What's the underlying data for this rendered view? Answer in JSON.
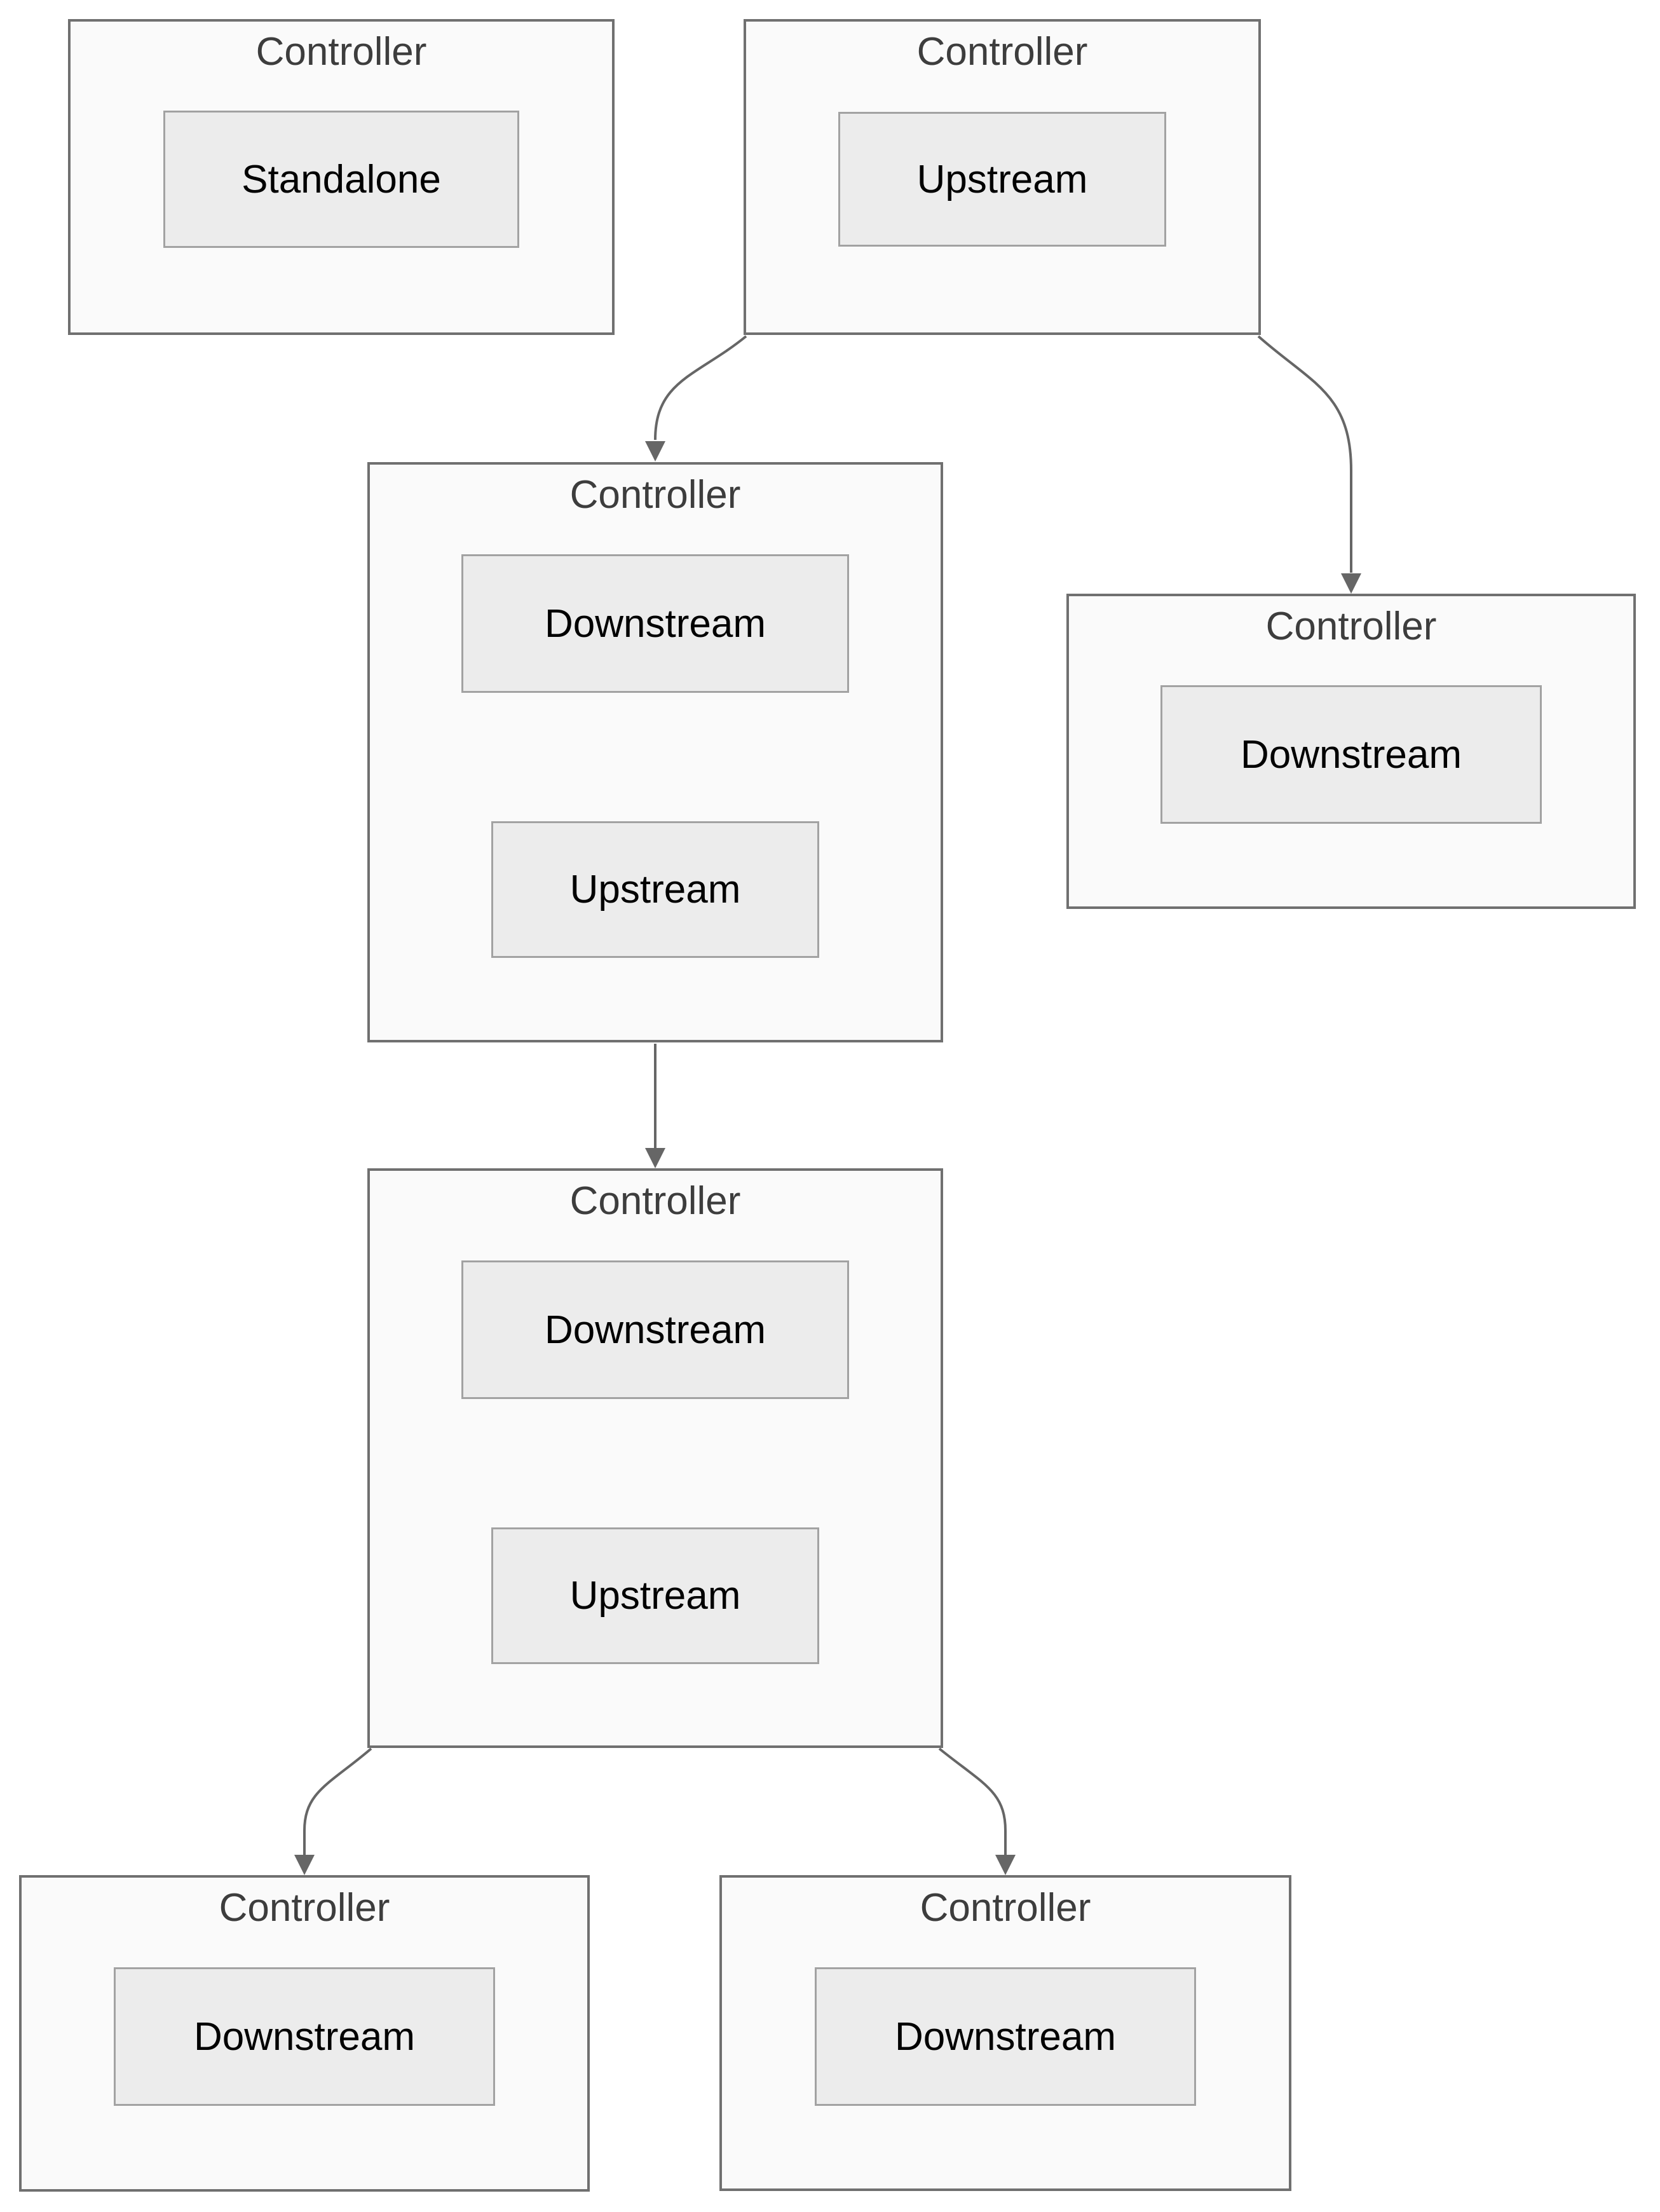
{
  "diagram": {
    "type": "controller-hierarchy-flowchart",
    "colors": {
      "background": "#FFFFFF",
      "node_fill": "#FAFAFA",
      "node_border": "#707070",
      "module_fill": "#ECECEC",
      "module_border": "#A2A2A2",
      "title_text": "#3D3D3D",
      "module_text": "#000000",
      "edge": "#666666"
    },
    "nodes": [
      {
        "id": "controller-standalone",
        "title": "Controller",
        "children": [
          {
            "label": "Standalone"
          }
        ]
      },
      {
        "id": "controller-root",
        "title": "Controller",
        "children": [
          {
            "label": "Upstream"
          }
        ]
      },
      {
        "id": "controller-mid-upper",
        "title": "Controller",
        "children": [
          {
            "label": "Downstream"
          },
          {
            "label": "Upstream"
          }
        ]
      },
      {
        "id": "controller-right-leaf",
        "title": "Controller",
        "children": [
          {
            "label": "Downstream"
          }
        ]
      },
      {
        "id": "controller-mid-lower",
        "title": "Controller",
        "children": [
          {
            "label": "Downstream"
          },
          {
            "label": "Upstream"
          }
        ]
      },
      {
        "id": "controller-leaf-left",
        "title": "Controller",
        "children": [
          {
            "label": "Downstream"
          }
        ]
      },
      {
        "id": "controller-leaf-right",
        "title": "Controller",
        "children": [
          {
            "label": "Downstream"
          }
        ]
      }
    ],
    "edges": [
      {
        "from": "controller-root",
        "to": "controller-mid-upper"
      },
      {
        "from": "controller-root",
        "to": "controller-right-leaf"
      },
      {
        "from": "controller-mid-upper",
        "to": "controller-mid-lower"
      },
      {
        "from": "controller-mid-lower",
        "to": "controller-leaf-left"
      },
      {
        "from": "controller-mid-lower",
        "to": "controller-leaf-right"
      }
    ]
  }
}
